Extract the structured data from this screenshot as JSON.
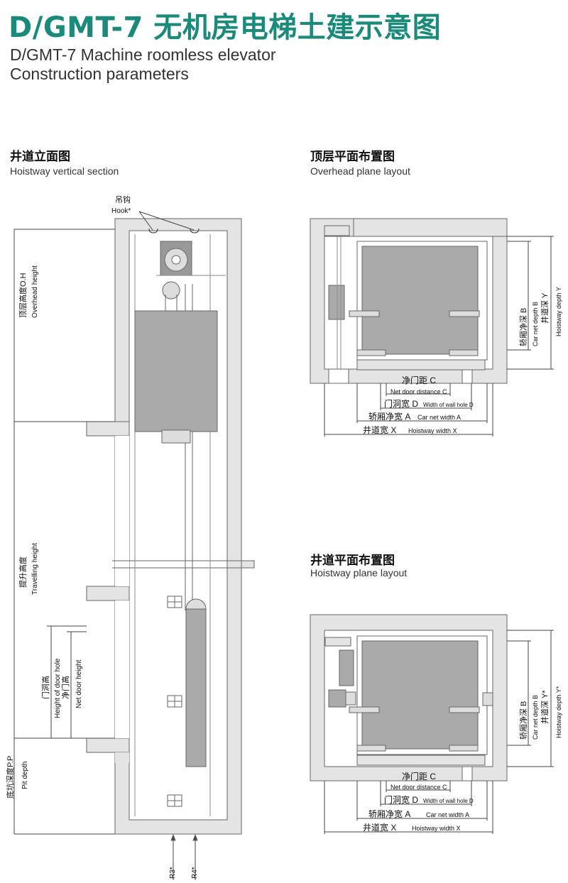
{
  "header": {
    "title_cn": "D/GMT-7 无机房电梯土建示意图",
    "title_en_1": "D/GMT-7 Machine roomless elevator",
    "title_en_2": "Construction parameters"
  },
  "sections": {
    "vertical": {
      "title_cn": "井道立面图",
      "title_en": "Hoistway vertical section"
    },
    "overhead": {
      "title_cn": "顶层平面布置图",
      "title_en": "Overhead plane layout"
    },
    "hoistway": {
      "title_cn": "井道平面布置图",
      "title_en": "Hoistway plane layout"
    }
  },
  "vertical_labels": {
    "hook_cn": "吊钩",
    "hook_en": "Hook*",
    "overhead_cn": "顶层高度O.H",
    "overhead_en": "Overhead  height",
    "travel_cn": "提升高度",
    "travel_en": "Travelling height",
    "doorhole_cn": "门洞高",
    "doorhole_en": "Height of door hole",
    "netdoor_cn": "净门高",
    "netdoor_en": "Net door height",
    "pit_cn": "底坑深度P.P",
    "pit_en": "Pit depth",
    "r3": "R3*",
    "r4": "R4*"
  },
  "overhead_labels": {
    "c_cn": "净门距 C",
    "c_en": "Net door distance C",
    "d_cn": "门洞宽 D",
    "d_en": "Width of wall hole D",
    "a_cn": "轿厢净宽 A",
    "a_en": "Car net width A",
    "x_cn": "井道宽 X",
    "x_en": "Hoistway width X",
    "b_cn": "轿厢净深 B",
    "b_en": "Car net depth B",
    "y_cn": "井道深 Y",
    "y_en": "Hoistway depth Y"
  },
  "hoistway_labels": {
    "c_cn": "净门距 C",
    "c_en": "Net door distance C",
    "d_cn": "门洞宽 D",
    "d_en": "Width of wall hole D",
    "a_cn": "轿厢净宽 A",
    "a_en": "Car net width A",
    "x_cn": "井道宽 X",
    "x_en": "Hoistway width X",
    "b_cn": "轿厢净深 B",
    "b_en": "Car net depth B",
    "y_cn": "井道深 Y*",
    "y_en": "Hoistway depth  Y*"
  }
}
